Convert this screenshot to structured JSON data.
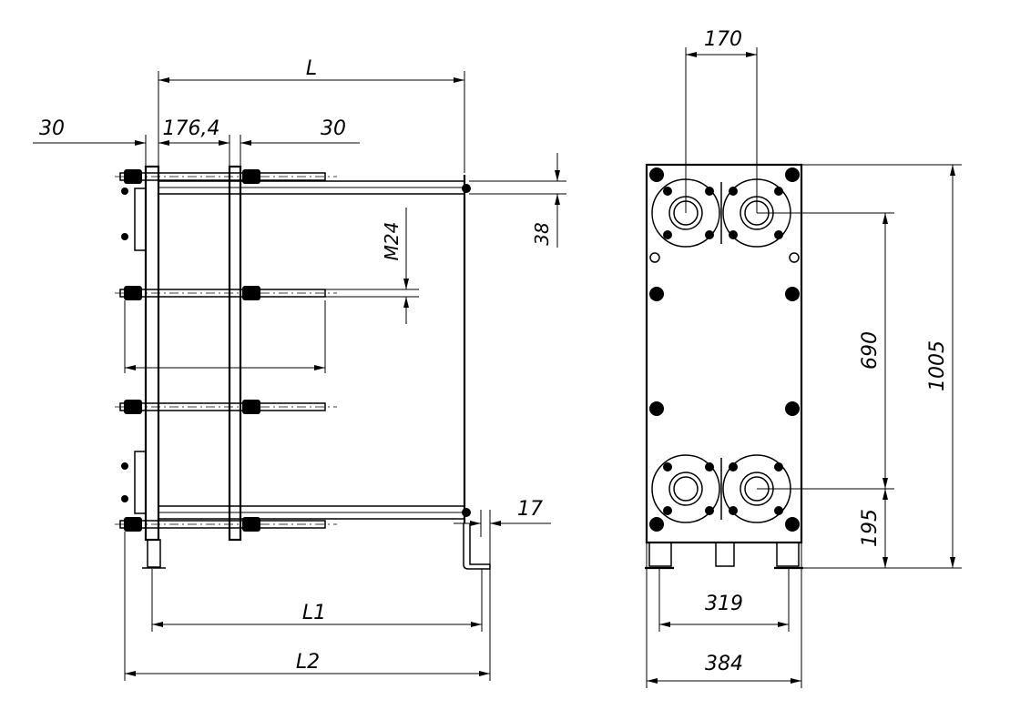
{
  "side_view": {
    "dim_L": "L",
    "dim_left_margin": "30",
    "dim_plate_pitch": "176,4",
    "dim_right_margin": "30",
    "dim_bolt": "M24",
    "dim_rod_offset": "38",
    "dim_bracket": "17",
    "dim_L1": "L1",
    "dim_L2": "L2"
  },
  "front_view": {
    "dim_port_spacing": "170",
    "dim_vertical_ports": "690",
    "dim_height": "1005",
    "dim_bottom": "195",
    "dim_feet": "319",
    "dim_width": "384"
  }
}
